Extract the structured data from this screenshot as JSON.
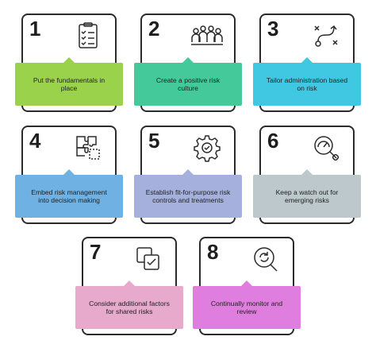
{
  "steps": [
    {
      "number": "1",
      "text": "Put the fundamentals in place",
      "color": "#9bd24b",
      "icon": "checklist-icon"
    },
    {
      "number": "2",
      "text": "Create a positive risk culture",
      "color": "#43c99a",
      "icon": "people-icon"
    },
    {
      "number": "3",
      "text": "Tailor administration based on risk",
      "color": "#40c8e2",
      "icon": "strategy-path-icon"
    },
    {
      "number": "4",
      "text": "Embed risk management into decision making",
      "color": "#6fb1e3",
      "icon": "puzzle-icon"
    },
    {
      "number": "5",
      "text": "Establish fit-for-purpose risk controls and treatments",
      "color": "#a5b1dc",
      "icon": "gear-icon"
    },
    {
      "number": "6",
      "text": "Keep a watch out for emerging risks",
      "color": "#bcc8cb",
      "icon": "gauge-magnifier-icon"
    },
    {
      "number": "7",
      "text": "Consider additional factors for shared risks",
      "color": "#e7a9cc",
      "icon": "stacked-squares-check-icon"
    },
    {
      "number": "8",
      "text": "Continually monitor and review",
      "color": "#e07ee0",
      "icon": "magnifier-cycle-icon"
    }
  ]
}
